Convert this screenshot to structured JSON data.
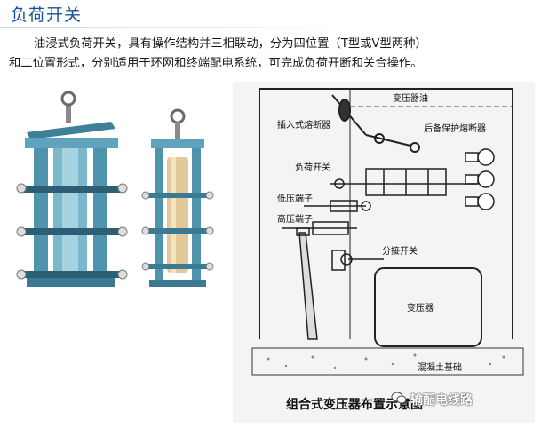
{
  "page": {
    "title": "负荷开关",
    "paragraph_line1": "油浸式负荷开关，具有操作结构并三相联动，分为四位置（T型或V型两种）",
    "paragraph_line2": "和二位置形式，分别适用于环网和终端配电系统，可完成负荷开断和关合操作。"
  },
  "diagram": {
    "labels": {
      "transformer_oil": "变压器油",
      "plug_in_fuse": "插入式熔断器",
      "backup_fuse": "后备保护熔断器",
      "load_switch": "负荷开关",
      "lv_terminal": "低压端子",
      "hv_terminal": "高压端子",
      "tap_changer": "分接开关",
      "transformer": "变压器",
      "concrete_base": "混凝土基础",
      "caption": "组合式变压器布置示意图"
    }
  },
  "watermark": {
    "text": "输配电线路",
    "icon": "wechat-icon"
  },
  "colors": {
    "title": "#1a4f9c",
    "switch_body": "#5fa3bd",
    "switch_dark": "#2c5f75"
  }
}
